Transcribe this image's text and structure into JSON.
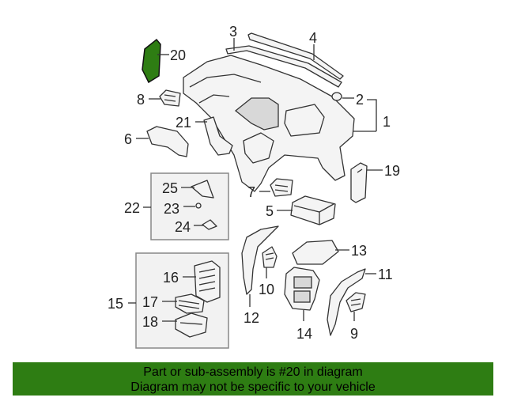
{
  "diagram": {
    "labels": {
      "p1": "1",
      "p2": "2",
      "p3": "3",
      "p4": "4",
      "p5": "5",
      "p6": "6",
      "p7": "7",
      "p8": "8",
      "p9": "9",
      "p10": "10",
      "p11": "11",
      "p12": "12",
      "p13": "13",
      "p14": "14",
      "p15": "15",
      "p16": "16",
      "p17": "17",
      "p18": "18",
      "p19": "19",
      "p20": "20",
      "p21": "21",
      "p22": "22",
      "p23": "23",
      "p24": "24",
      "p25": "25"
    },
    "highlight_color": "#2e7d13"
  },
  "banner": {
    "line1": "Part or sub-assembly is #20 in diagram",
    "line2": "Diagram may not be specific to your vehicle"
  }
}
